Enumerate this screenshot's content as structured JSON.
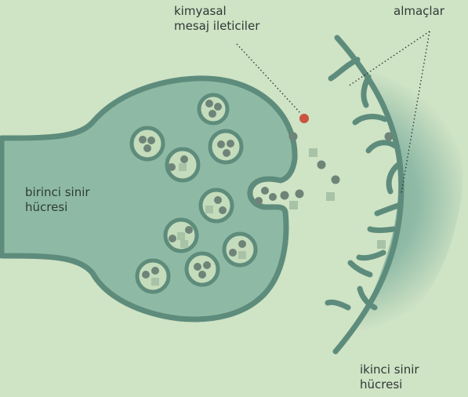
{
  "labels": {
    "chemical_messengers": [
      "kimyasal",
      "mesaj ileticiler"
    ],
    "receptors": "almaçlar",
    "first_nerve_cell": [
      "birinci sinir",
      "hücresi"
    ],
    "second_nerve_cell": [
      "ikinci sinir",
      "hücresi"
    ]
  },
  "colors": {
    "background": "#cfe3c5",
    "cell_fill": "#8ebaa5",
    "membrane": "#5e8c7c",
    "vesicle_fill": "#c4dcbb",
    "molecule_dot": "#6e8478",
    "molecule_square": "#a8c2a7",
    "highlight_molecule": "#c9553f",
    "text": "#2f3a36"
  }
}
